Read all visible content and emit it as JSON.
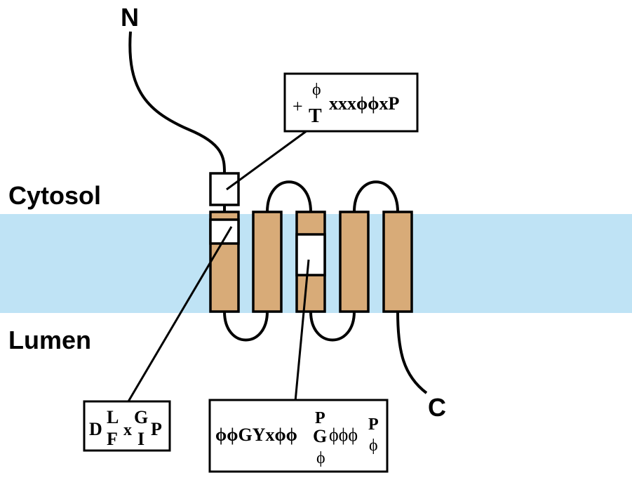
{
  "labels": {
    "n_terminus": "N",
    "c_terminus": "C",
    "cytosol": "Cytosol",
    "lumen": "Lumen"
  },
  "motifs": {
    "cytosolic": {
      "plus": "+",
      "phi_over_t": "ϕ",
      "t": "T",
      "rest": "xxxϕϕxP"
    },
    "tm1": {
      "d": "D",
      "l": "L",
      "f": "F",
      "x": "x",
      "g": "G",
      "i": "I",
      "p": "P"
    },
    "tm3": {
      "prefix": "ϕϕGYxϕϕ",
      "p_top": "P",
      "g": "G",
      "phi_bottom": "ϕ",
      "mid": "ϕϕϕ",
      "p_end": "P",
      "phi_end": "ϕ"
    }
  },
  "colors": {
    "membrane": "#bfe3f5",
    "helix": "#d8ab78",
    "outline": "#000000",
    "box_fill": "#ffffff"
  }
}
